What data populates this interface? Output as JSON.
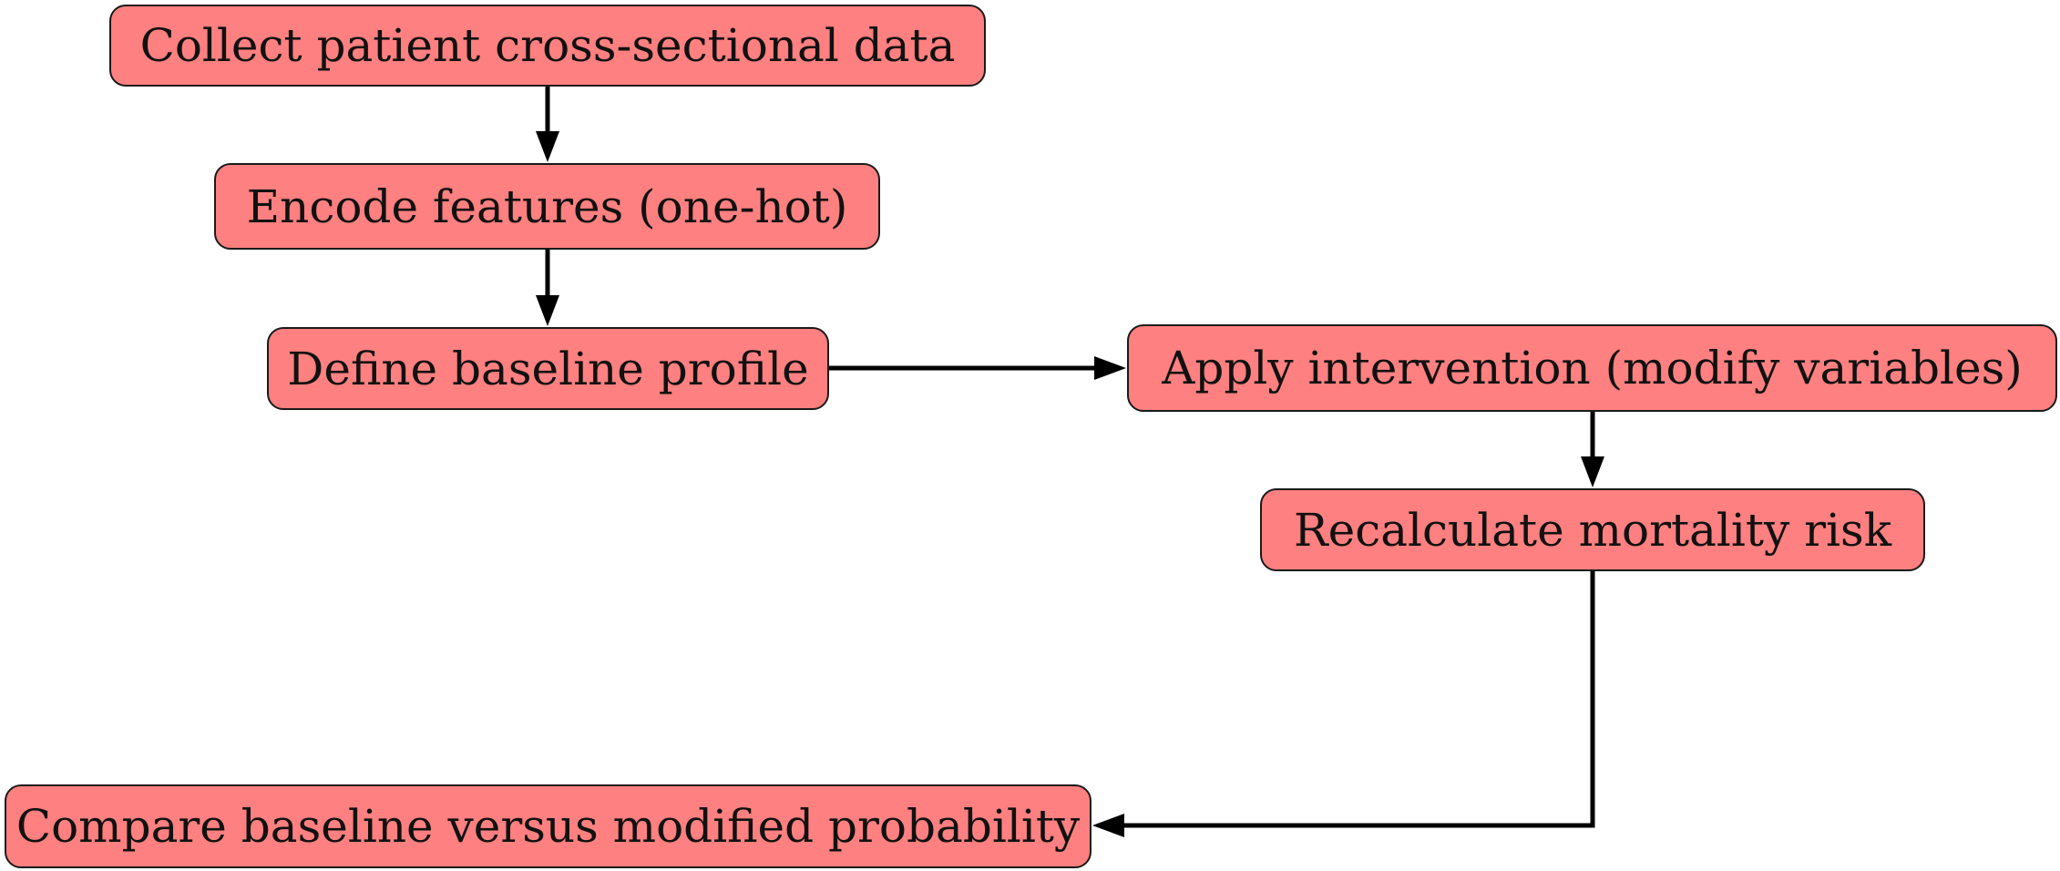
{
  "diagram": {
    "node_fill": "#ff8080",
    "stroke_color": "#000000",
    "nodes": [
      {
        "id": "collect",
        "label": "Collect patient cross-sectional data"
      },
      {
        "id": "encode",
        "label": "Encode features (one-hot)"
      },
      {
        "id": "baseline",
        "label": "Define baseline profile"
      },
      {
        "id": "intervention",
        "label": "Apply intervention (modify variables)"
      },
      {
        "id": "recalculate",
        "label": "Recalculate mortality risk"
      },
      {
        "id": "compare",
        "label": "Compare baseline versus modified probability"
      }
    ],
    "edges": [
      {
        "from": "collect",
        "to": "encode"
      },
      {
        "from": "encode",
        "to": "baseline"
      },
      {
        "from": "baseline",
        "to": "intervention"
      },
      {
        "from": "intervention",
        "to": "recalculate"
      },
      {
        "from": "recalculate",
        "to": "compare"
      }
    ]
  }
}
